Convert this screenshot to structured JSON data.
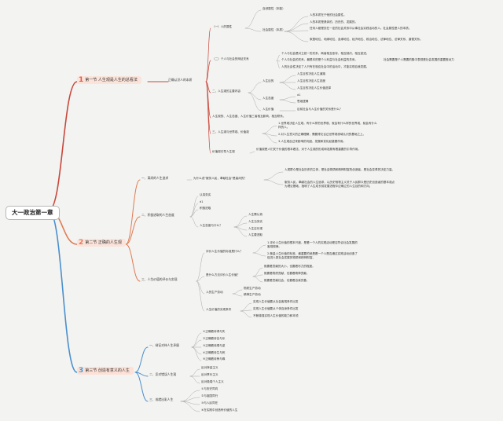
{
  "central": "大一政治第一章",
  "sections": [
    {
      "num": "1",
      "label": "第一节 人生观是人生的总看法"
    },
    {
      "num": "2",
      "label": "第二节 正确的人生观"
    },
    {
      "num": "3",
      "label": "第三节 创造有意义的人生"
    }
  ],
  "s1": {
    "nature": "正确认识人的本质",
    "n1": "（一）人的属性",
    "n1_natural": "自然属性（本能）",
    "n1_social": "社会属性（本质）",
    "n1_social_c1": "人的本质在于他的社会属性。",
    "n1_social_c2": "人的本质是具体的、历史的、发展的。",
    "n1_social_c3": "任何人都是处在一定的社会关系中从事社会实践活动的人。社会属性是人的本质。",
    "n1_social_c4": "家庭地位、地缘地位、血缘地位、经济地位、政治地位、法律地位、法律关系、道德关系。",
    "n2": "（二）个人与社会的辩证关系",
    "n2_c1": "个人与社会是对立统一的关系，两者相互依存、相互制约、相互促进。",
    "n2_c2": "个人与社会的关系，最根本的是个人利益与社会利益的关系。",
    "n2_c2b": "社会需要是个人需要的集中表现是社会发展的重要推动力",
    "n2_c3": "人的社会性决定了人只有在相应社会中的活动中，才能实现自我发展。",
    "n3": "二、人生观的主要内容",
    "n3_goal": "人生目的",
    "n3_goal_c1": "人生目的决定人生道路",
    "n3_goal_c2": "人生目的决定人生态度",
    "n3_goal_c3": "人生目的决定人生价值选择",
    "n3_attitude": "人生态度",
    "n3_attitude_c1": "d1",
    "n3_attitude_c2": "思维逻辑",
    "n3_value": "人生价值",
    "n3_value_c1": "目前社会与人生价值的关系是什么？",
    "n3_relation": "人生观的、人生态度、人生价值三者相互影响、相互联系。",
    "n4": "三、人生观与世界观、价值观",
    "n4_c1": "1.世界观决定人生观，有什么样的世界观，就会有什么样的世界观，就会有什么样的人。",
    "n4_c2": "2.对人生意义的正确理解，需要博文合过世界观领域认识的基础之上。",
    "n4_c3": "3.人生观反过来影响的巩固、发展和变化起重要作用。",
    "n5": "价值观引导人生观",
    "n5_c1": "价值观是人们关于价值的根本看法，对于人生观的形成和发展有着重要的引导作用。"
  },
  "s2": {
    "n1": "一、高尚的人生追求",
    "n1_sub": "为什么说\"服务人民，奉献社会\"是高尚的？",
    "n1_c1": "人类群众是社会历史的主体，是社会物质和精神财富的创造者，是社会变革的决定力量。",
    "n1_c2": "服务人民，奉献社会的人生追求，以历史唯物主义关于人民群众是历史创造者的基本观点为理论基础，指明了人生成长前发展进程中应确立的人生目的和方向。",
    "n2": "二、积极进取的人生态度",
    "n2_c1": "认真务实",
    "n2_c2": "d1",
    "n2_c3": "积极进取",
    "n2_c4": "人生态度与什么？",
    "n2_c4_a": "人生需认真",
    "n2_c4_b": "人生当务实",
    "n2_c4_c": "人生应乐观",
    "n2_c4_d": "人生要进取",
    "n3": "三、人生价值的评价与实现",
    "n3_a": "评价人生价值的标准是什么？",
    "n3_a_c1": "1.评价人生价值的根本尺度，是看一个人的实践活动是否符合社会发展的客观规律。",
    "n3_a_c2": "2.衡量人生价值的标准，最重要的就是看一个人是否通过实践活动创造了促进人类社会发展的物质和精神财富。",
    "n3_b": "是什么方法评价人生价值？",
    "n3_b_c1": "既要看贡献的大小，也要看尽力的程度。",
    "n3_b_c2": "既要看物质贡献，也要看精神贡献。",
    "n3_b_c3": "既要看贡献社会，也要看自我完善。",
    "n3_c": "人的生产劳动",
    "n3_c_c1": "物质生产劳动",
    "n3_c_c2": "精神生产劳动",
    "n3_d": "人生价值的实现条件",
    "n3_d_c1": "实现人生价值要从社会客观条件出发",
    "n3_d_c2": "实现人生价值要从个体自身条件出发",
    "n3_d_c3": "不断增强实现人生价值的能力和本领"
  },
  "s3": {
    "n1": "一、辩证对待人生矛盾",
    "n1_c1": "①正确看待得与失",
    "n1_c2": "②正确看待苦与乐",
    "n1_c3": "③正确看待顺与逆",
    "n1_c4": "④正确看待生与死",
    "n1_c5": "⑤正确看待荣与辱",
    "n2": "二、反对错误人生观",
    "n2_c1": "反对拜金主义",
    "n2_c2": "反对享乐主义",
    "n2_c3": "反对极端个人主义",
    "n3": "三、成就出彩人生",
    "n3_c1": "①与历史同向",
    "n3_c2": "②与祖国同行",
    "n3_c3": "③与人民同在",
    "n3_c4": "④在实践中创造有价值的人生"
  }
}
